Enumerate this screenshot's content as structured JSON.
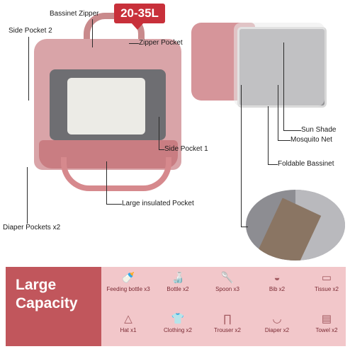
{
  "badge": "20-35L",
  "labels": {
    "bassinet_zipper": "Bassinet Zipper",
    "side_pocket_2": "Side Pocket 2",
    "zipper_pocket": "Zipper Pocket",
    "side_pocket_1": "Side Pocket 1",
    "large_insulated_pocket": "Large insulated Pocket",
    "diaper_pockets": "Diaper Pockets x2",
    "sun_shade": "Sun Shade",
    "mosquito_net": "Mosquito Net",
    "foldable_bassinet": "Foldable Bassinet"
  },
  "capacity": {
    "title": "Large Capacity",
    "items": [
      {
        "label": "Feeding bottle x3",
        "icon": "feeding-bottle-icon",
        "glyph": "🍼"
      },
      {
        "label": "Bottle x2",
        "icon": "bottle-icon",
        "glyph": "🍶"
      },
      {
        "label": "Spoon x3",
        "icon": "spoon-icon",
        "glyph": "🥄"
      },
      {
        "label": "Bib x2",
        "icon": "bib-icon",
        "glyph": "◒"
      },
      {
        "label": "Tissue x2",
        "icon": "tissue-icon",
        "glyph": "▭"
      },
      {
        "label": "Hat x1",
        "icon": "hat-icon",
        "glyph": "△"
      },
      {
        "label": "Clothing x2",
        "icon": "clothing-icon",
        "glyph": "👕"
      },
      {
        "label": "Trouser x2",
        "icon": "trouser-icon",
        "glyph": "∏"
      },
      {
        "label": "Diaper x2",
        "icon": "diaper-icon",
        "glyph": "◡"
      },
      {
        "label": "Towel x2",
        "icon": "towel-icon",
        "glyph": "▤"
      }
    ]
  }
}
